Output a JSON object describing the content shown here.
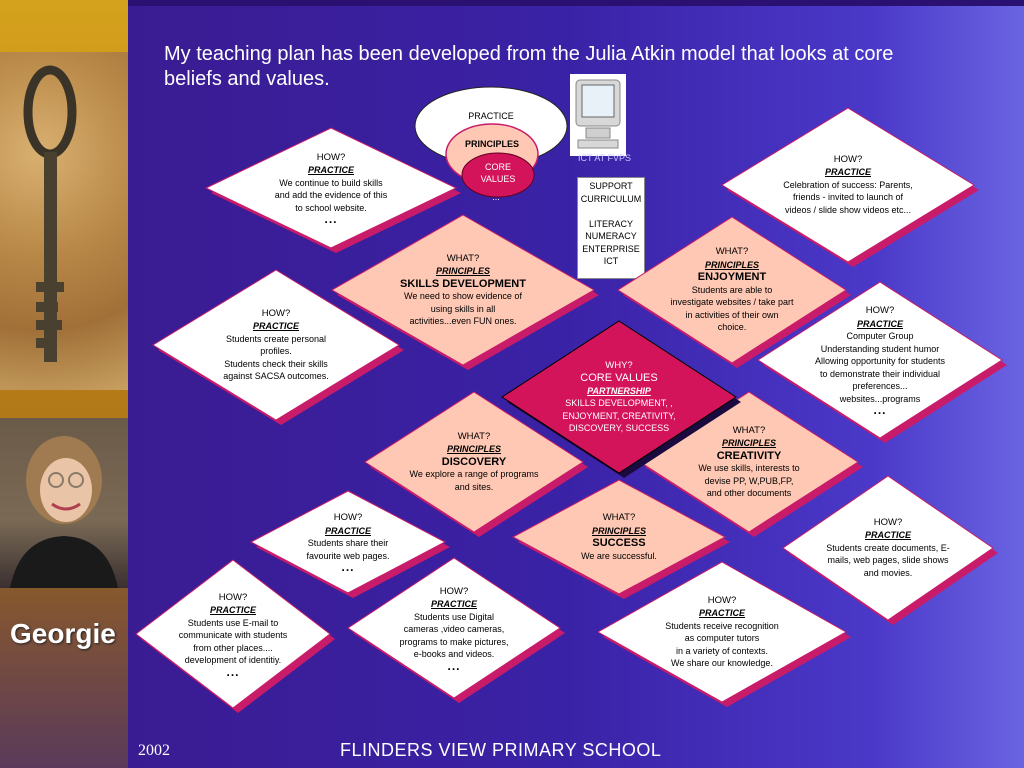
{
  "intro": "My teaching plan has been developed from the  Julia Atkin model that looks at core beliefs and values.",
  "sidebar": {
    "name": "Georgie"
  },
  "footer": {
    "year": "2002",
    "school": "FLINDERS VIEW PRIMARY SCHOOL"
  },
  "venn": {
    "outer": "PRACTICE",
    "middle": "PRINCIPLES",
    "inner_1": "CORE",
    "inner_2": "VALUES",
    "dots": "..."
  },
  "ict": {
    "label": "ICT AT FVPS",
    "support_lines": [
      "SUPPORT",
      "CURRICULUM",
      "",
      "LITERACY",
      "NUMERACY",
      "ENTERPRISE",
      "ICT"
    ]
  },
  "core": {
    "why": "WHY?",
    "title": "CORE VALUES",
    "partnership": "PARTNERSHIP",
    "line1": "SKILLS DEVELOPMENT, ,",
    "line2": "ENJOYMENT, CREATIVITY,",
    "line3": "DISCOVERY, SUCCESS"
  },
  "principles": {
    "skills": {
      "what": "WHAT?",
      "label": "PRINCIPLES",
      "name": "SKILLS DEVELOPMENT",
      "lines": [
        "We need to show evidence of",
        "using skills in all",
        "activities...even FUN ones."
      ]
    },
    "enjoyment": {
      "what": "WHAT?",
      "label": "PRINCIPLES",
      "name": "ENJOYMENT",
      "lines": [
        "Students are able to",
        "investigate websites / take part",
        "in activities of their own",
        "choice."
      ]
    },
    "discovery": {
      "what": "WHAT?",
      "label": "PRINCIPLES",
      "name": "DISCOVERY",
      "lines": [
        "We explore a range of   programs",
        "and sites."
      ]
    },
    "creativity": {
      "what": "WHAT?",
      "label": "PRINCIPLES",
      "name": "CREATIVITY",
      "lines": [
        "We use skills, interests to",
        "devise PP, W,PUB,FP,",
        "and other documents"
      ]
    },
    "success": {
      "what": "WHAT?",
      "label": "PRINCIPLES",
      "name": "SUCCESS",
      "lines": [
        "We are successful."
      ]
    }
  },
  "practices": {
    "website": {
      "how": "HOW?",
      "label": "PRACTICE",
      "lines": [
        "We continue to build skills",
        "and add the evidence of this",
        "to school website."
      ],
      "dots": "..."
    },
    "profiles": {
      "how": "HOW?",
      "label": "PRACTICE",
      "lines": [
        "Students create personal",
        "profiles.",
        "Students check their skills",
        "against SACSA outcomes."
      ]
    },
    "videos": {
      "how": "HOW?",
      "label": "PRACTICE",
      "lines": [
        "Celebration of success: Parents,",
        "friends - invited to launch of",
        "videos / slide show videos etc..."
      ]
    },
    "computer": {
      "how": "HOW?",
      "label": "PRACTICE",
      "lines": [
        "Computer Group",
        "Understanding student humor",
        "Allowing opportunity for students",
        "to demonstrate their individual",
        "preferences...",
        "websites...programs"
      ],
      "dots": "..."
    },
    "documents": {
      "how": "HOW?",
      "label": "PRACTICE",
      "lines": [
        "Students create documents, E-",
        "mails, web pages, slide shows",
        "and movies."
      ]
    },
    "webpages": {
      "how": "HOW?",
      "label": "PRACTICE",
      "lines": [
        "Students share their",
        "favourite web pages."
      ],
      "dots": "..."
    },
    "email": {
      "how": "HOW?",
      "label": "PRACTICE",
      "lines": [
        "Students use E-mail to",
        "communicate with students",
        "from other places....",
        "development of identitiy."
      ],
      "dots": "..."
    },
    "digital": {
      "how": "HOW?",
      "label": "PRACTICE",
      "lines": [
        "Students use Digital",
        "cameras ,video cameras,",
        "programs  to make pictures,",
        "e-books and videos."
      ],
      "dots": "..."
    },
    "tutors": {
      "how": "HOW?",
      "label": "PRACTICE",
      "lines": [
        "Students receive recognition",
        "as computer tutors",
        "in a variety of contexts.",
        "We share our knowledge."
      ]
    }
  },
  "colors": {
    "white_diamond": "#ffffff",
    "peach_diamond": "#ffc8b4",
    "core_diamond": "#d4145a",
    "shadow": "#c81c6a",
    "background": "#3a22a6"
  }
}
